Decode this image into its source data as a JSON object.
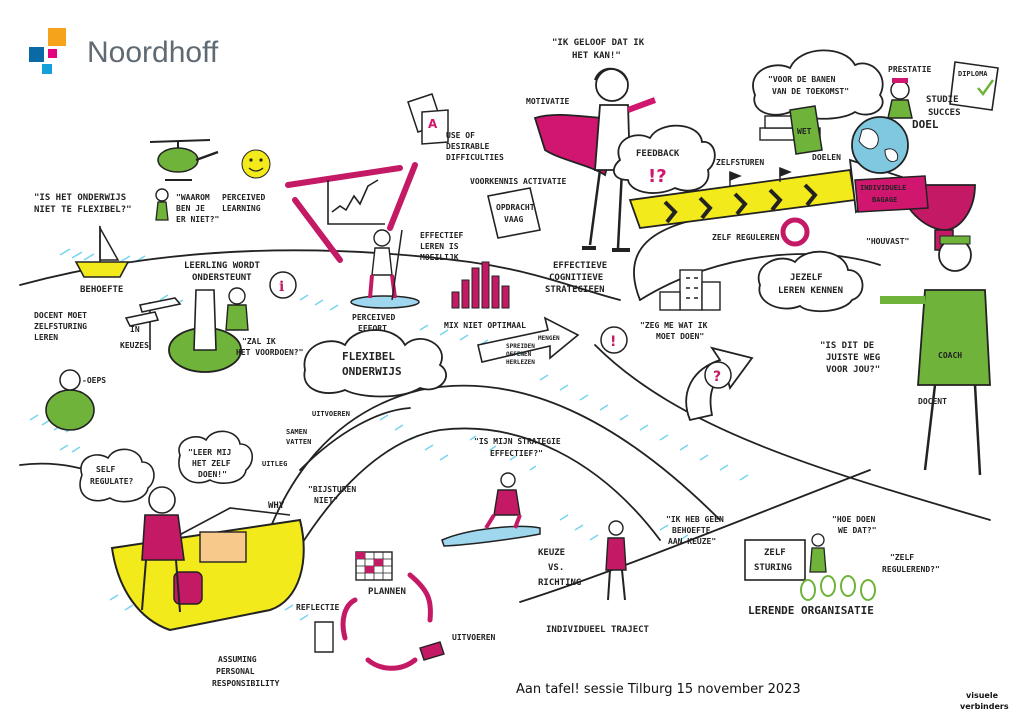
{
  "brand": {
    "name": "Noordhoff",
    "logo_colors": [
      "#f5a31a",
      "#0a6aa6",
      "#e5007e",
      "#14a0d8"
    ]
  },
  "footer": {
    "session": "Aan tafel! sessie Tilburg 15 november 2023"
  },
  "credit": {
    "line1": "visuele",
    "line2": "verbinders"
  },
  "quotes": {
    "flexibel": [
      "\"IS HET ONDERWIJS",
      "NIET TE FLEXIBEL?\""
    ],
    "waarom": [
      "\"WAAROM",
      "BEN JE",
      "ER NIET?\""
    ],
    "geloof": [
      "\"IK GELOOF DAT IK",
      "HET KAN!\""
    ],
    "zal_ik": [
      "\"ZAL IK",
      "HET VOORDOEN?\""
    ],
    "zeg_me": [
      "\"ZEG ME WAT IK",
      "MOET DOEN\""
    ],
    "juiste_weg": [
      "\"IS DIT DE",
      "JUISTE WEG",
      "VOOR JOU?\""
    ],
    "leer_mij": [
      "\"LEER MIJ",
      "HET ZELF",
      "DOEN!\""
    ],
    "strategie": [
      "\"IS MIJN STRATEGIE",
      "EFFECTIEF?\""
    ],
    "geen_behoefte": [
      "\"IK HEB GEEN",
      "BEHOEFTE",
      "AAN KEUZE\""
    ],
    "hoe_doen": [
      "\"HOE DOEN",
      "WE DAT?\""
    ],
    "zelfregulerend": [
      "\"ZELF",
      "REGULEREND?\""
    ],
    "bijsturen": [
      "\"BIJSTUREN",
      "NIET\""
    ],
    "toekomst": [
      "\"VOOR DE BANEN",
      "VAN DE TOEKOMST\""
    ],
    "houvast": "\"HOUVAST\"",
    "oeps": "-OEPS"
  },
  "labels": {
    "behoefte": "BEHOEFTE",
    "perceived_learning": [
      "PERCEIVED",
      "LEARNING"
    ],
    "desirable": [
      "USE OF",
      "DESIRABLE",
      "DIFFICULTIES"
    ],
    "motivatie": "MOTIVATIE",
    "voorkennis": "VOORKENNIS ACTIVATIE",
    "opdracht": [
      "OPDRACHT",
      "VAAG"
    ],
    "feedback": "FEEDBACK",
    "zelfsturen": "ZELFSTUREN",
    "doelen": "DOELEN",
    "zelf_reguleren": "ZELF REGULEREN",
    "prestatie": "PRESTATIE",
    "diploma": "DIPLOMA",
    "studie_succes": [
      "STUDIE",
      "SUCCES"
    ],
    "doel": "DOEL",
    "wet": "WET",
    "bagage": [
      "INDIVIDUELE",
      "BAGAGE"
    ],
    "leerling": [
      "LEERLING WORDT",
      "ONDERSTEUNT"
    ],
    "effectief_leren": [
      "EFFECTIEF",
      "LEREN IS",
      "MOEILIJK"
    ],
    "cognitieve": [
      "EFFECTIEVE",
      "COGNITIEVE",
      "STRATEGIEEN"
    ],
    "docent_moet": [
      "DOCENT MOET",
      "ZELFSTURING",
      "LEREN"
    ],
    "in_keuzes": [
      "IN",
      "KEUZES"
    ],
    "perceived_effort": [
      "PERCEIVED",
      "EFFORT"
    ],
    "mix": "MIX NIET OPTIMAAL",
    "mengen": [
      "MENGEN",
      "SPREIDEN",
      "OEFENEN",
      "HERLEZEN"
    ],
    "zelf_leren": [
      "JEZELF",
      "LEREN KENNEN"
    ],
    "coach": "COACH",
    "docent": "DOCENT",
    "flexibel_onderwijs": [
      "FLEXIBEL",
      "ONDERWIJS"
    ],
    "self_regulate": [
      "SELF",
      "REGULATE?"
    ],
    "uitvoeren_top": "UITVOEREN",
    "samen_vatten": [
      "SAMEN",
      "VATTEN"
    ],
    "uitleg": "UITLEG",
    "why": "WHY",
    "plannen": "PLANNEN",
    "reflectie": "REFLECTIE",
    "uitvoeren": "UITVOEREN",
    "keuze_richting": [
      "KEUZE",
      "VS.",
      "RICHTING"
    ],
    "zelf_sturing": [
      "ZELF",
      "STURING"
    ],
    "individueel": "INDIVIDUEEL TRAJECT",
    "lerende": "LERENDE ORGANISATIE",
    "assuming": [
      "ASSUMING",
      "PERSONAL",
      "RESPONSIBILITY"
    ]
  },
  "colors": {
    "magenta": "#d0166e",
    "yellow": "#f2ea1a",
    "green": "#6fb33b",
    "cyan": "#47c7e6",
    "ink": "#222222"
  }
}
